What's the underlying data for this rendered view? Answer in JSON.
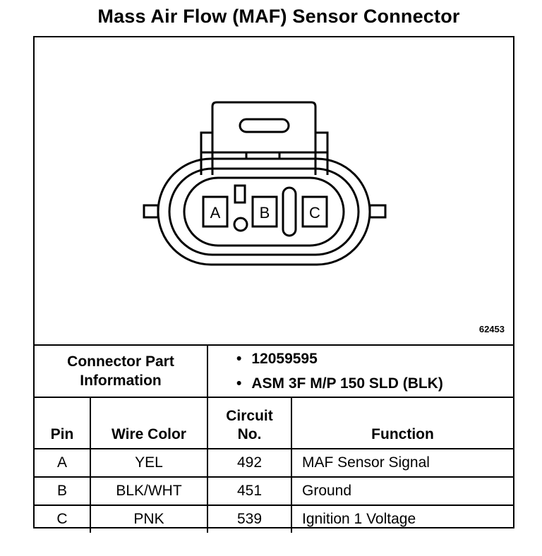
{
  "title": "Mass Air Flow (MAF) Sensor Connector",
  "figure": {
    "id": "62453",
    "pin_labels": [
      "A",
      "B",
      "C"
    ],
    "icon": "connector-face-view"
  },
  "connector_info": {
    "label_line1": "Connector Part",
    "label_line2": "Information",
    "items": [
      "12059595",
      "ASM 3F M/P 150 SLD (BLK)"
    ]
  },
  "table": {
    "headers": {
      "pin": "Pin",
      "wire_color": "Wire Color",
      "circuit_line1": "Circuit",
      "circuit_line2": "No.",
      "function": "Function"
    },
    "rows": [
      {
        "pin": "A",
        "wire_color": "YEL",
        "circuit": "492",
        "function": "MAF Sensor Signal"
      },
      {
        "pin": "B",
        "wire_color": "BLK/WHT",
        "circuit": "451",
        "function": "Ground"
      },
      {
        "pin": "C",
        "wire_color": "PNK",
        "circuit": "539",
        "function": "Ignition 1 Voltage"
      }
    ]
  }
}
